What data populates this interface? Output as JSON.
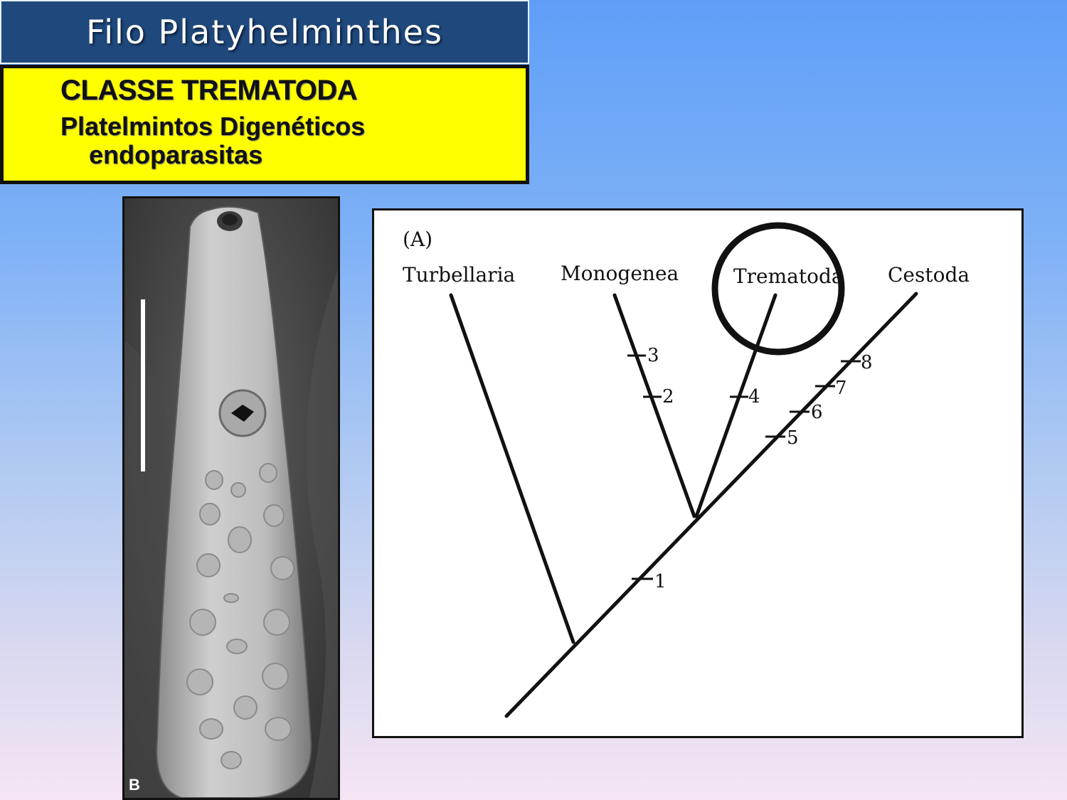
{
  "header": {
    "title": "Filo Platyhelminthes"
  },
  "subtitle_box": {
    "line1": "CLASSE TREMATODA",
    "line2": "Platelmintos Digenéticos",
    "line3": "endoparasitas"
  },
  "micrograph": {
    "panel_letter": "B"
  },
  "cladogram": {
    "panel_label": "(A)",
    "taxa": [
      "Turbellaria",
      "Monogenea",
      "Trematoda",
      "Cestoda"
    ],
    "highlighted_taxon": "Trematoda",
    "character_numbers": [
      "1",
      "2",
      "3",
      "4",
      "5",
      "6",
      "7",
      "8"
    ]
  }
}
